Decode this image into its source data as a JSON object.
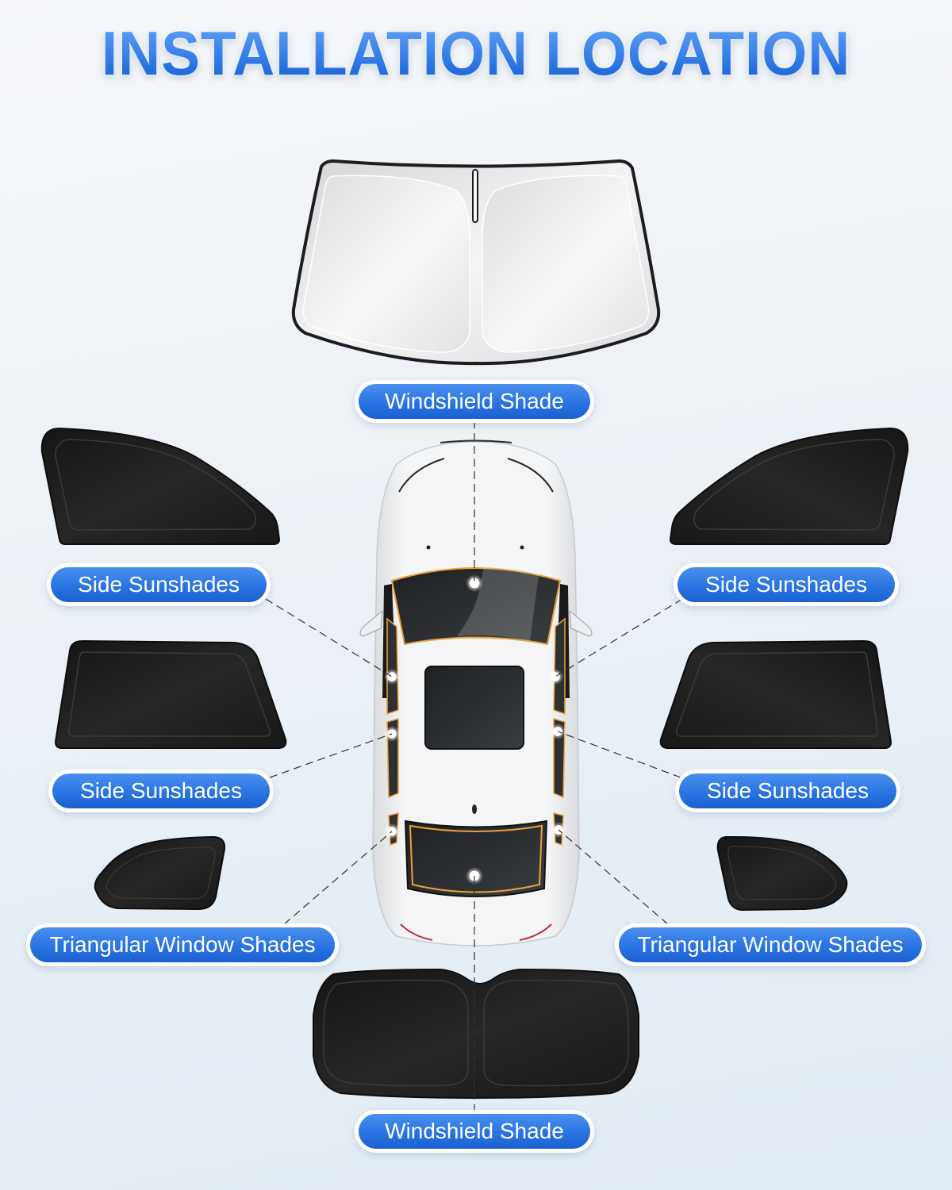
{
  "title": "INSTALLATION LOCATION",
  "colors": {
    "title_gradient_top": "#6aa8f5",
    "title_gradient_bottom": "#1259cf",
    "label_bg": "#2a74e2",
    "label_text": "#ffffff",
    "label_outline": "#ffffff",
    "shade_black": "#1c1c1c",
    "shade_silver": "#e8e8e8",
    "trim_orange": "#e8a23a",
    "car_body": "#f2f3f5",
    "background": "#eaf0f6"
  },
  "labels": {
    "windshield_front": "Windshield Shade",
    "side_front_left": "Side Sunshades",
    "side_front_right": "Side Sunshades",
    "side_rear_left": "Side Sunshades",
    "side_rear_right": "Side Sunshades",
    "triangular_left": "Triangular Window Shades",
    "triangular_right": "Triangular Window Shades",
    "windshield_rear": "Windshield Shade"
  },
  "items": [
    {
      "id": "windshield_front",
      "material": "silver reflective",
      "position": "top"
    },
    {
      "id": "side_front_left",
      "material": "black mesh",
      "position": "left-upper"
    },
    {
      "id": "side_front_right",
      "material": "black mesh",
      "position": "right-upper"
    },
    {
      "id": "side_rear_left",
      "material": "black mesh",
      "position": "left-middle"
    },
    {
      "id": "side_rear_right",
      "material": "black mesh",
      "position": "right-middle"
    },
    {
      "id": "triangular_left",
      "material": "black mesh",
      "position": "left-lower"
    },
    {
      "id": "triangular_right",
      "material": "black mesh",
      "position": "right-lower"
    },
    {
      "id": "windshield_rear",
      "material": "black mesh",
      "position": "bottom"
    }
  ]
}
